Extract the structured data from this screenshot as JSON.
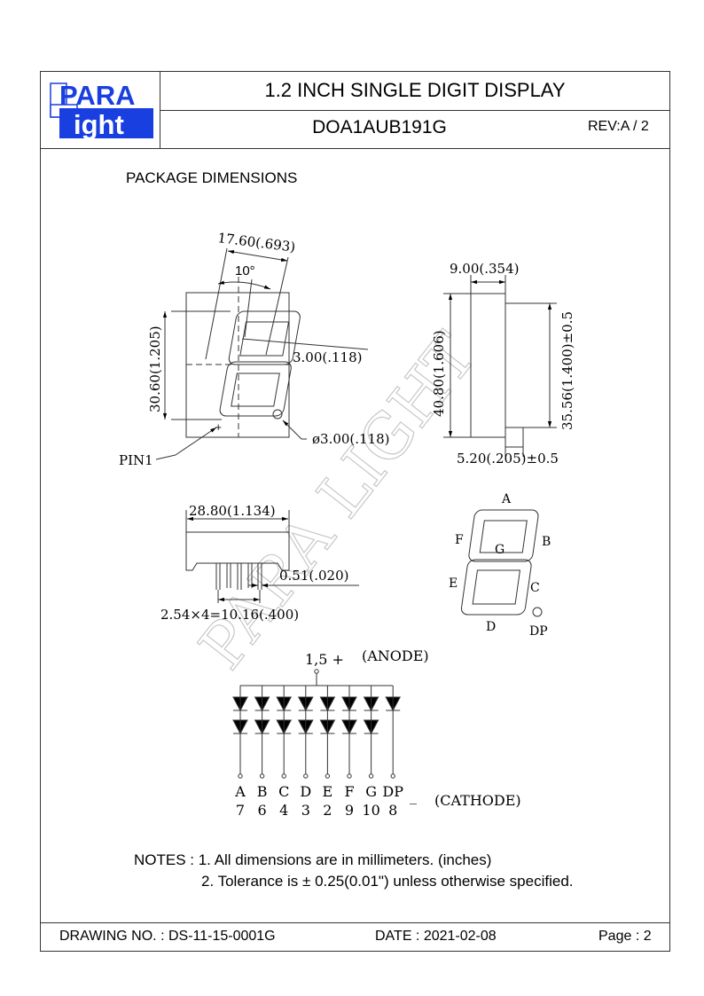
{
  "header": {
    "logo_text": "PARA Light",
    "title": "1.2   INCH   SINGLE   DIGIT   DISPLAY",
    "part_number": "DOA1AUB191G",
    "revision": "REV:A / 2"
  },
  "section_title": "PACKAGE DIMENSIONS",
  "front_view": {
    "width_dim": "17.60(.693)",
    "angle": "10°",
    "height_dim": "30.60(1.205)",
    "segment_dim": "3.00(.118)",
    "dp_dim": "ø3.00(.118)",
    "pin1_label": "PIN1"
  },
  "side_view": {
    "depth_dim": "9.00(.354)",
    "height_dim": "40.80(1.606)",
    "pin_span_dim": "35.56(1.400)±0.5",
    "pin_length_dim": "5.20(.205)±0.5"
  },
  "bottom_view": {
    "width_dim": "28.80(1.134)",
    "pin_width_dim": "0.51(.020)",
    "pitch_dim": "2.54×4=10.16(.400)"
  },
  "segment_map": {
    "A": "A",
    "B": "B",
    "C": "C",
    "D": "D",
    "E": "E",
    "F": "F",
    "G": "G",
    "DP": "DP"
  },
  "circuit": {
    "anode_pins": "1,5 +",
    "anode_label": "(ANODE)",
    "cathode_label": "(CATHODE)",
    "minus": "_",
    "segments": [
      "A",
      "B",
      "C",
      "D",
      "E",
      "F",
      "G",
      "DP"
    ],
    "pins": [
      "7",
      "6",
      "4",
      "3",
      "2",
      "9",
      "10",
      "8"
    ]
  },
  "notes": {
    "line1": "NOTES : 1. All dimensions are in millimeters. (inches)",
    "line2": "2. Tolerance is  ±  0.25(0.01\") unless otherwise specified."
  },
  "footer": {
    "drawing_no": "DRAWING NO. : DS-11-15-0001G",
    "date": "DATE : 2021-02-08",
    "page": "Page : 2"
  },
  "watermark": "PARA LIGHT"
}
